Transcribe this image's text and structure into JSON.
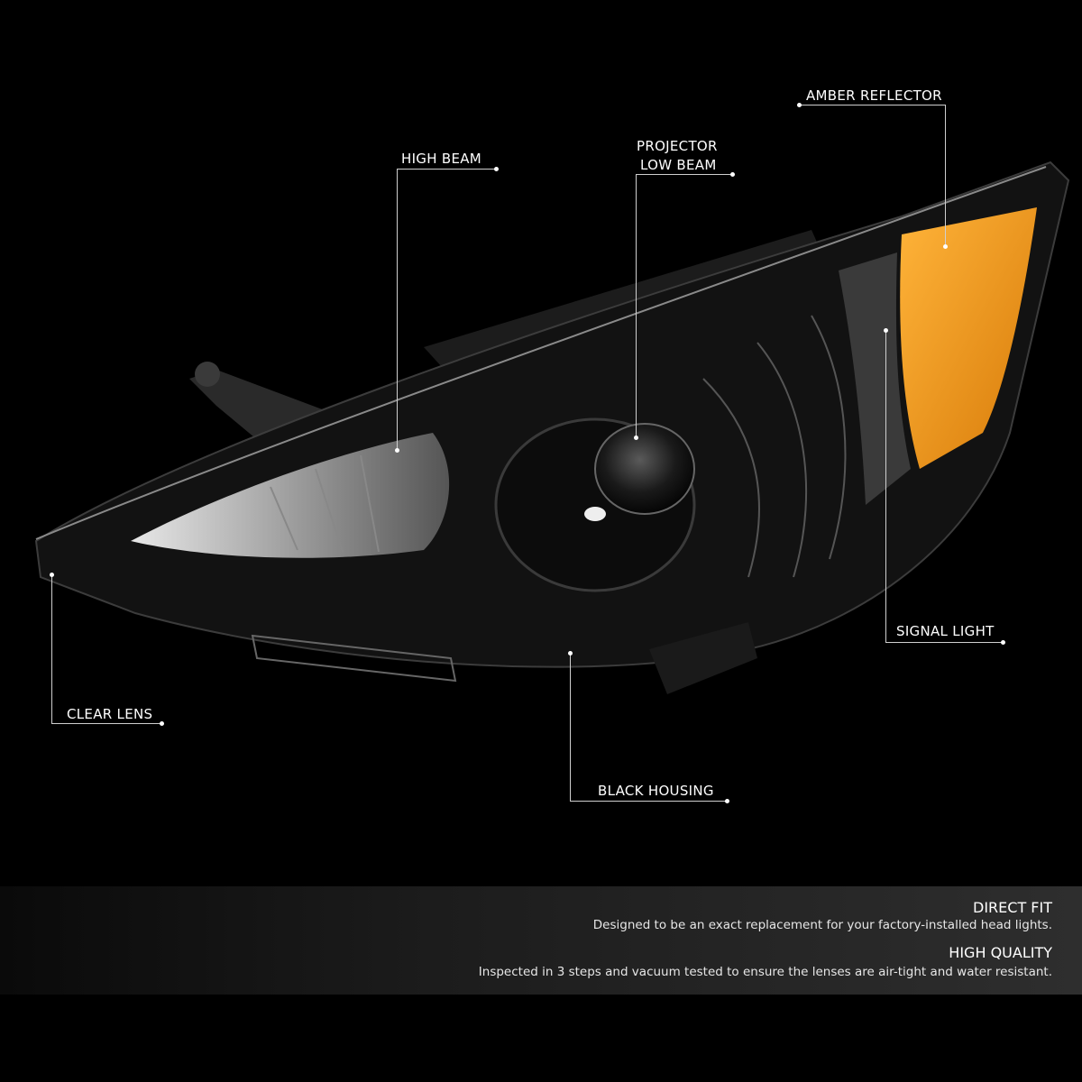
{
  "callouts": {
    "high_beam": "HIGH BEAM",
    "projector_line1": "PROJECTOR",
    "projector_line2": "LOW BEAM",
    "amber_reflector": "AMBER REFLECTOR",
    "signal_light": "SIGNAL LIGHT",
    "clear_lens": "CLEAR LENS",
    "black_housing": "BLACK HOUSING"
  },
  "features": [
    {
      "title": "DIRECT FIT",
      "description": "Designed to be an exact replacement for your factory-installed head lights."
    },
    {
      "title": "HIGH QUALITY",
      "description": "Inspected in 3 steps and vacuum tested to ensure the lenses are air-tight and water resistant."
    }
  ],
  "colors": {
    "background": "#000000",
    "amber": "#f39a1a",
    "housing": "#111111"
  }
}
